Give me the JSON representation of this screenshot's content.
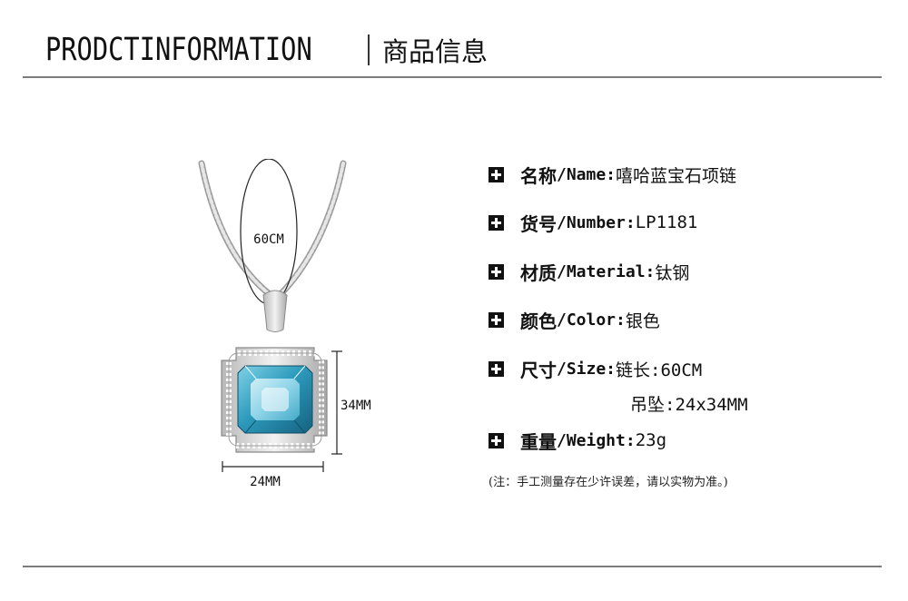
{
  "header": {
    "title_en": "PRODCTINFORMATION",
    "title_cn": "商品信息"
  },
  "diagram": {
    "chain_length": "60CM",
    "height": "34MM",
    "width": "24MM",
    "colors": {
      "gem": "#3aa6c4",
      "gem_dark": "#1c6f8d",
      "gem_light": "#bfeaf4",
      "metal": "#d9d9d9"
    }
  },
  "specs": [
    {
      "label_cn": "名称",
      "label_en": "/Name:",
      "value": "嘻哈蓝宝石项链"
    },
    {
      "label_cn": "货号",
      "label_en": "/Number:",
      "value": "LP1181"
    },
    {
      "label_cn": "材质",
      "label_en": "/Material:",
      "value": "钛钢"
    },
    {
      "label_cn": "颜色",
      "label_en": "/Color:",
      "value": "银色"
    },
    {
      "label_cn": "尺寸",
      "label_en": "/Size:",
      "value": "链长:60CM",
      "value2": "吊坠:24x34MM"
    },
    {
      "label_cn": "重量",
      "label_en": "/Weight:",
      "value": "23g"
    }
  ],
  "note": "(注：手工测量存在少许误差，请以实物为准。)"
}
